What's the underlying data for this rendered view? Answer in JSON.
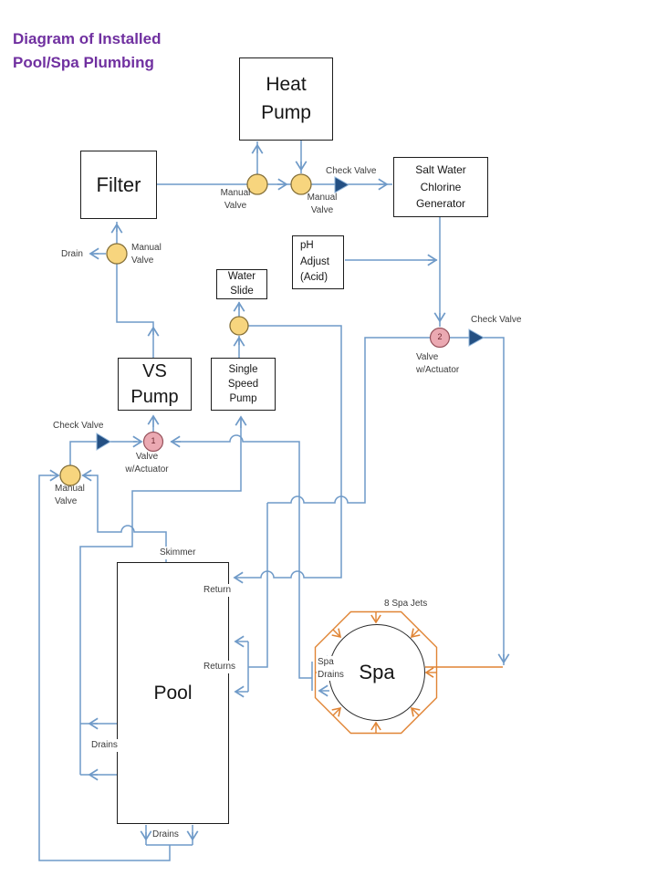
{
  "title": {
    "text": "Diagram of Installed\nPool/Spa Plumbing"
  },
  "boxes": {
    "filter": "Filter",
    "heat_pump": "Heat\nPump",
    "salt_water_chlorine_generator": "Salt Water\nChlorine\nGenerator",
    "ph_adjust": "pH\nAdjust\n(Acid)",
    "water_slide": "Water\nSlide",
    "vs_pump": "VS\nPump",
    "single_speed_pump": "Single\nSpeed\nPump",
    "pool": "Pool",
    "spa": "Spa"
  },
  "labels": {
    "manual_valve_a": "Manual\nValve",
    "manual_valve_b": "Manual\nValve",
    "check_valve_top": "Check Valve",
    "drain": "Drain",
    "manual_valve_drain": "Manual\nValve",
    "check_valve_right": "Check Valve",
    "valve_actuator_2": "Valve\nw/Actuator",
    "check_valve_left": "Check Valve",
    "valve_actuator_1": "Valve\nw/Actuator",
    "manual_valve_left": "Manual\nValve",
    "skimmer": "Skimmer",
    "return": "Return",
    "returns": "Returns",
    "drains_left": "Drains",
    "drains_bottom": "Drains",
    "spa_drains": "Spa\nDrains",
    "spa_jets": "8 Spa Jets"
  },
  "valves": {
    "valve1_number": "1",
    "valve2_number": "2"
  },
  "colors": {
    "title_purple": "#7030A0",
    "pipe_blue": "#6f9ac8",
    "check_valve_navy": "#245083",
    "manual_valve_yellow": "#F7D57E",
    "actuator_valve_pink": "#EBA9B2",
    "spa_jet_orange": "#E08434"
  }
}
